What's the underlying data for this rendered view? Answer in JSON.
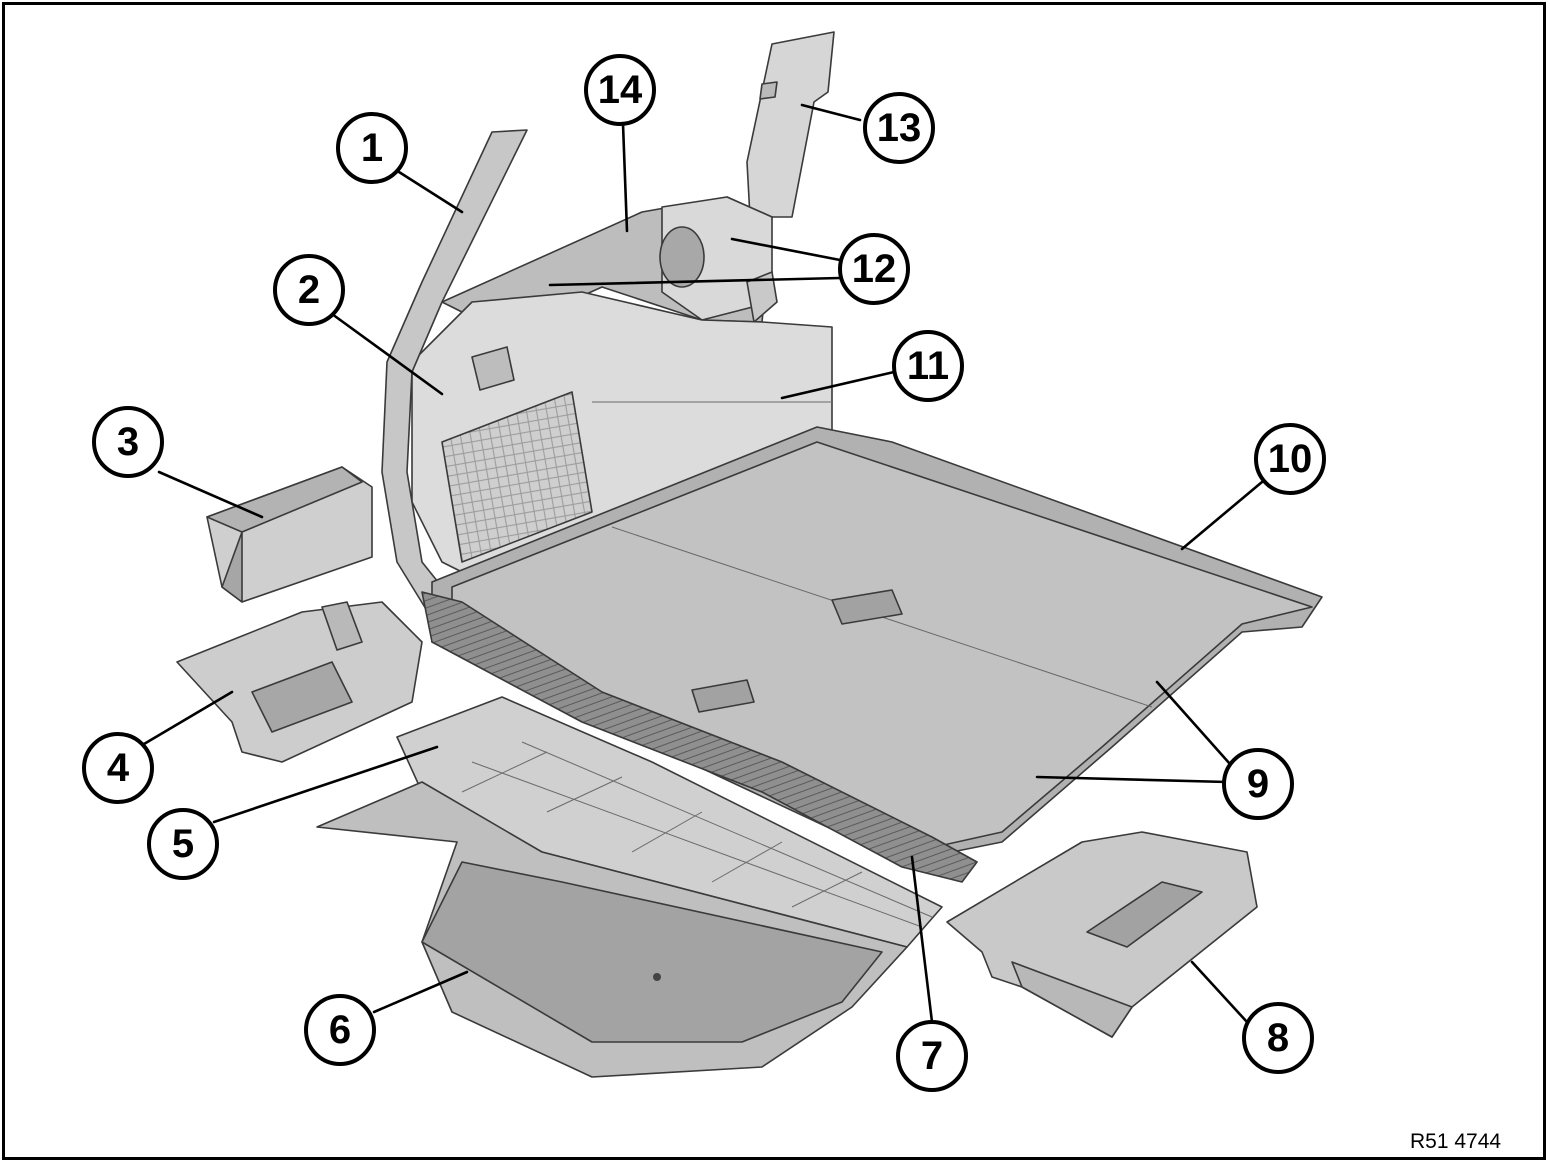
{
  "diagram": {
    "reference_code": "R51 4744",
    "callouts": [
      {
        "id": "1",
        "label": "1"
      },
      {
        "id": "2",
        "label": "2"
      },
      {
        "id": "3",
        "label": "3"
      },
      {
        "id": "4",
        "label": "4"
      },
      {
        "id": "5",
        "label": "5"
      },
      {
        "id": "6",
        "label": "6"
      },
      {
        "id": "7",
        "label": "7"
      },
      {
        "id": "8",
        "label": "8"
      },
      {
        "id": "9",
        "label": "9"
      },
      {
        "id": "10",
        "label": "10"
      },
      {
        "id": "11",
        "label": "11"
      },
      {
        "id": "12",
        "label": "12"
      },
      {
        "id": "13",
        "label": "13"
      },
      {
        "id": "14",
        "label": "14"
      }
    ],
    "colors": {
      "panel_light": "#d8d8d8",
      "panel_mid": "#c4c4c4",
      "panel_dark": "#a9a9a9",
      "outline": "#3a3a3a",
      "border": "#000000"
    }
  }
}
